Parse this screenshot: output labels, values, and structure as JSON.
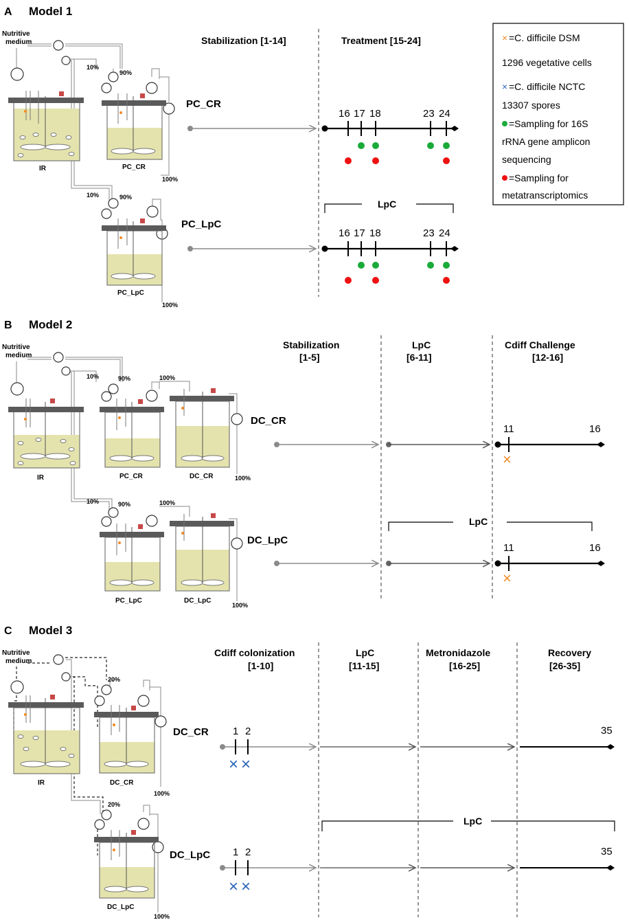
{
  "colors": {
    "green": "#1aaa3a",
    "red": "#ee1111",
    "orange_cross": "#f28a25",
    "blue_cross": "#2a66b8",
    "medium_fill": "#e4e3ad",
    "lid": "#5a5a5a",
    "red_sq": "#c84848"
  },
  "panelA": {
    "letter": "A",
    "title": "Model 1",
    "nutritive": [
      "Nutritive",
      "medium"
    ],
    "pct": {
      "p10a": "10%",
      "p90a": "90%",
      "p10b": "10%",
      "p90b": "90%",
      "p100a": "100%",
      "p100b": "100%"
    },
    "reactors": {
      "ir": "IR",
      "pc_cr": "PC_CR",
      "pc_lpc": "PC_LpC"
    },
    "phases": {
      "stabilization": "Stabilization [1-14]",
      "treatment": "Treatment [15-24]"
    },
    "rows": {
      "cr": "PC_CR",
      "lpc": "PC_LpC"
    },
    "bracket_label": "LpC",
    "ticks": [
      "16",
      "17",
      "18",
      "23",
      "24"
    ]
  },
  "legend": {
    "line1_rest": "=C. difficile DSM",
    "line2": "1296 vegetative cells",
    "line3_rest": "=C. difficile NCTC",
    "line4": "13307 spores",
    "line5": "=Sampling for 16S",
    "line6": "rRNA gene amplicon",
    "line7": "sequencing",
    "line8": "=Sampling for",
    "line9": "metatranscriptomics"
  },
  "panelB": {
    "letter": "B",
    "title": "Model 2",
    "nutritive": [
      "Nutritive",
      "medium"
    ],
    "pct": {
      "p10a": "10%",
      "p90a": "90%",
      "p100a": "100%",
      "p100b": "100%",
      "p10b": "10%",
      "p90b": "90%",
      "p100c": "100%",
      "p100d": "100%"
    },
    "reactors": {
      "ir": "IR",
      "pc_cr": "PC_CR",
      "dc_cr": "DC_CR",
      "pc_lpc": "PC_LpC",
      "dc_lpc": "DC_LpC"
    },
    "phases": {
      "stab1": "Stabilization",
      "stab2": "[1-5]",
      "lpc1": "LpC",
      "lpc2": "[6-11]",
      "cdiff1": "Cdiff Challenge",
      "cdiff2": "[12-16]"
    },
    "rows": {
      "cr": "DC_CR",
      "lpc": "DC_LpC"
    },
    "bracket_label": "LpC",
    "ticks": [
      "11",
      "16"
    ]
  },
  "panelC": {
    "letter": "C",
    "title": "Model 3",
    "nutritive": [
      "Nutritive",
      "medium"
    ],
    "pct": {
      "p20a": "20%",
      "p20b": "20%",
      "p100a": "100%",
      "p100b": "100%"
    },
    "reactors": {
      "ir": "IR",
      "dc_cr": "DC_CR",
      "dc_lpc": "DC_LpC"
    },
    "phases": {
      "col1": "Cdiff colonization",
      "col2": "[1-10]",
      "lpc1": "LpC",
      "lpc2": "[11-15]",
      "met1": "Metronidazole",
      "met2": "[16-25]",
      "rec1": "Recovery",
      "rec2": "[26-35]"
    },
    "rows": {
      "cr": "DC_CR",
      "lpc": "DC_LpC"
    },
    "bracket_label": "LpC",
    "ticks": [
      "1",
      "2",
      "35"
    ]
  }
}
